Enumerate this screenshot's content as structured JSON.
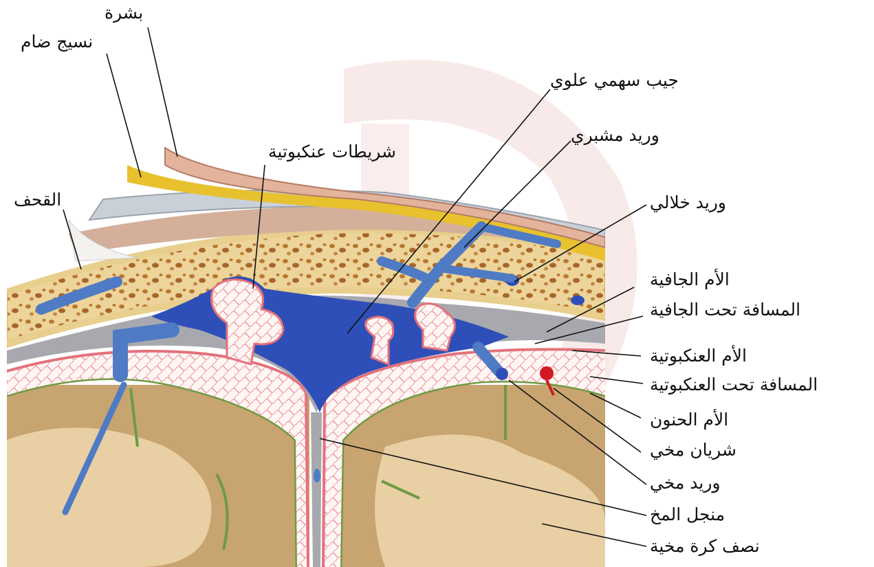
{
  "diagram": {
    "labels": {
      "skin": "بشرة",
      "connective_tissue": "نسيج ضام",
      "skull": "القحف",
      "arachnoid_granulations": "شريطات عنكبوتية",
      "superior_sagittal_sinus": "جيب سهمي علوي",
      "emissary_vein": "وريد مشبري",
      "diploic_vein": "وريد خلالي",
      "dura_mater": "الأم الجافية",
      "subdural_space": "المسافة تحت الجافية",
      "arachnoid_mater": "الأم العنكبوتية",
      "subarachnoid_space": "المسافة تحت العنكبوتية",
      "pia_mater": "الأم الحنون",
      "cerebral_artery": "شريان مخي",
      "cerebral_vein": "وريد مخي",
      "falx_cerebri": "منجل المخ",
      "cerebral_hemisphere": "نصف كرة مخية"
    },
    "colors": {
      "skin": "#e3b39c",
      "connective_tissue": "#e8c12e",
      "bone": "#ecd49a",
      "bone_pores": "#b9772f",
      "dura": "#a7a9ae",
      "sinus_blue": "#2f4fb8",
      "vein_blue": "#4f7bc4",
      "arachnoid_red": "#e3727b",
      "pia_green": "#6f9a44",
      "gray_matter": "#c7a470",
      "white_matter": "#e8cfa4",
      "artery_red": "#d11a24",
      "watermark": "#f3d3d3"
    }
  }
}
